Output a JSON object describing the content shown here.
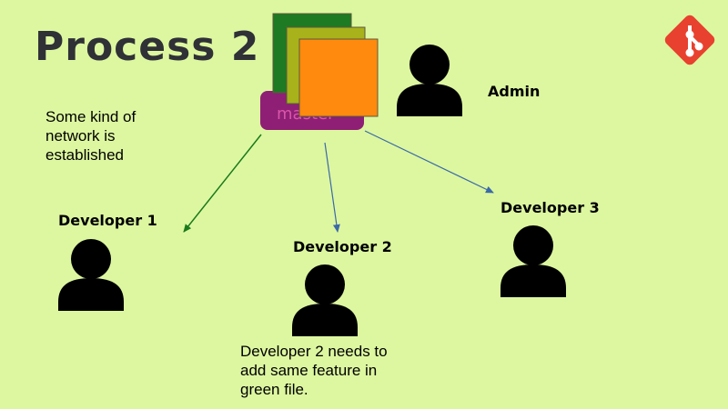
{
  "title": "Process 2",
  "branch": {
    "label": "master",
    "files": [
      "dark-green file",
      "olive file",
      "orange file"
    ]
  },
  "people": {
    "admin": "Admin",
    "dev1": "Developer 1",
    "dev2": "Developer 2",
    "dev3": "Developer 3"
  },
  "notes": {
    "network": [
      "Some kind of",
      "network is",
      "established"
    ],
    "dev2": [
      "Developer 2 needs to",
      "add same feature in",
      "green file."
    ]
  },
  "colors": {
    "background": "#ddf7a0",
    "master": "#8e1f74",
    "file_green": "#1e7a23",
    "file_olive": "#a8b21a",
    "file_orange": "#ff8a0e",
    "arrow_green": "#1a7a1a",
    "arrow_blue": "#3b6aa8",
    "git_logo": "#e8412f"
  },
  "icons": {
    "person": "person-icon",
    "git": "git-logo-icon"
  }
}
